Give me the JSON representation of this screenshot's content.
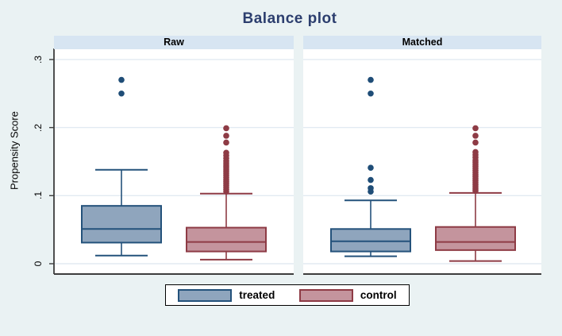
{
  "chart_data": {
    "type": "box",
    "title": "Balance plot",
    "ylabel": "Propensity Score",
    "xlabel": "",
    "y_ticks": [
      "0",
      ".1",
      ".2",
      ".3"
    ],
    "y_tick_values": [
      0,
      0.1,
      0.2,
      0.3
    ],
    "ylim": [
      -0.015,
      0.315
    ],
    "grid": true,
    "legend_position": "bottom-center",
    "background_color": "#eaf2f3",
    "plot_background_color": "#ffffff",
    "panel_header_color": "#d7e5f2",
    "title_color": "#2c3e6e",
    "series": [
      {
        "name": "treated",
        "fill": "#8fa5bd",
        "border": "#24527b",
        "dot": "#1f4d77"
      },
      {
        "name": "control",
        "fill": "#c4949d",
        "border": "#8e3b45",
        "dot": "#8e3b45"
      }
    ],
    "panels": [
      {
        "label": "Raw",
        "boxes": [
          {
            "series": "treated",
            "whisker_low": 0.012,
            "q1": 0.031,
            "median": 0.051,
            "q3": 0.085,
            "whisker_high": 0.138,
            "outliers": [
              0.25,
              0.27
            ]
          },
          {
            "series": "control",
            "whisker_low": 0.006,
            "q1": 0.018,
            "median": 0.032,
            "q3": 0.053,
            "whisker_high": 0.103,
            "outliers": [
              0.106,
              0.109,
              0.112,
              0.115,
              0.118,
              0.121,
              0.124,
              0.127,
              0.13,
              0.133,
              0.136,
              0.139,
              0.142,
              0.145,
              0.148,
              0.151,
              0.155,
              0.159,
              0.163,
              0.178,
              0.188,
              0.199
            ]
          }
        ]
      },
      {
        "label": "Matched",
        "boxes": [
          {
            "series": "treated",
            "whisker_low": 0.011,
            "q1": 0.018,
            "median": 0.033,
            "q3": 0.051,
            "whisker_high": 0.093,
            "outliers": [
              0.106,
              0.111,
              0.123,
              0.141,
              0.25,
              0.27
            ]
          },
          {
            "series": "control",
            "whisker_low": 0.004,
            "q1": 0.02,
            "median": 0.032,
            "q3": 0.054,
            "whisker_high": 0.104,
            "outliers": [
              0.107,
              0.11,
              0.113,
              0.116,
              0.119,
              0.122,
              0.125,
              0.128,
              0.131,
              0.134,
              0.137,
              0.14,
              0.143,
              0.146,
              0.149,
              0.152,
              0.156,
              0.16,
              0.164,
              0.178,
              0.188,
              0.199
            ]
          }
        ]
      }
    ]
  }
}
